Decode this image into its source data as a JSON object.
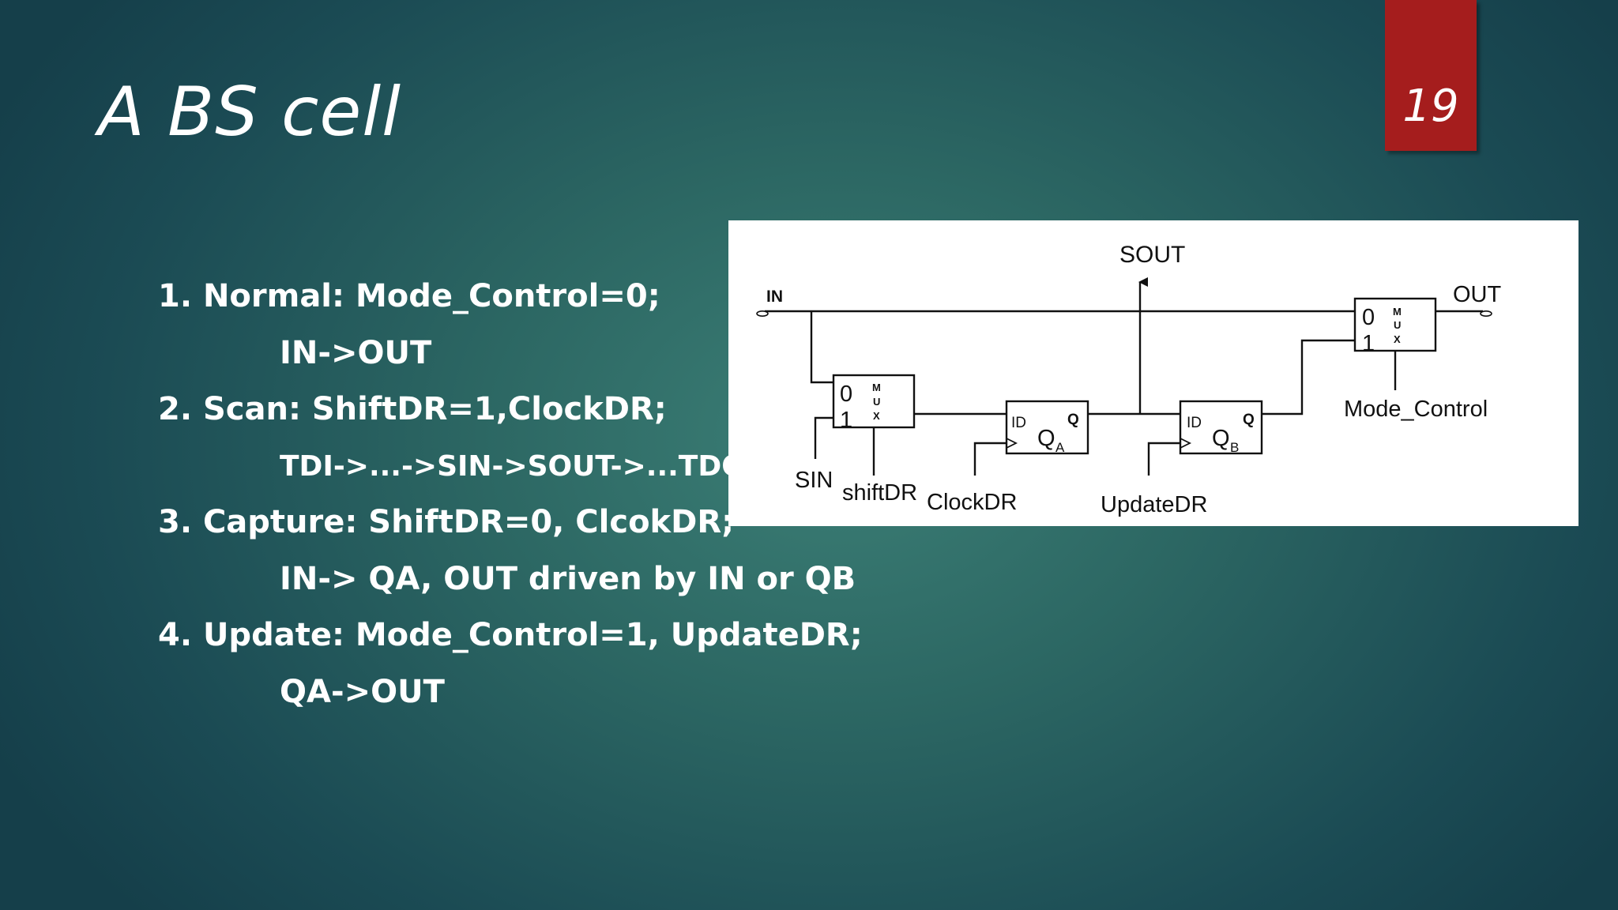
{
  "slide": {
    "title": "A BS cell",
    "number": "19"
  },
  "steps": [
    {
      "main": "1. Normal: Mode_Control=0;",
      "sub": "IN->OUT"
    },
    {
      "main": "2. Scan: ShiftDR=1,ClockDR;",
      "sub": "TDI->...->SIN->SOUT->...TDO"
    },
    {
      "main": "3. Capture: ShiftDR=0, ClcokDR;",
      "sub": "IN-> QA, OUT driven by IN or QB"
    },
    {
      "main": "4. Update: Mode_Control=1, UpdateDR;",
      "sub": "QA->OUT"
    }
  ],
  "diagram": {
    "labels": {
      "in": "IN",
      "out": "OUT",
      "sout": "SOUT",
      "sin": "SIN",
      "shiftdr": "shiftDR",
      "clockdr": "ClockDR",
      "updatedr": "UpdateDR",
      "mode_control": "Mode_Control"
    },
    "mux_input_0": "0",
    "mux_input_1": "1",
    "mux_letters": [
      "M",
      "U",
      "X"
    ],
    "ff_d": "ID",
    "ff_q": "Q",
    "ff_qa": "Q",
    "ff_qa_sub": "A",
    "ff_qb": "Q",
    "ff_qb_sub": "B"
  }
}
